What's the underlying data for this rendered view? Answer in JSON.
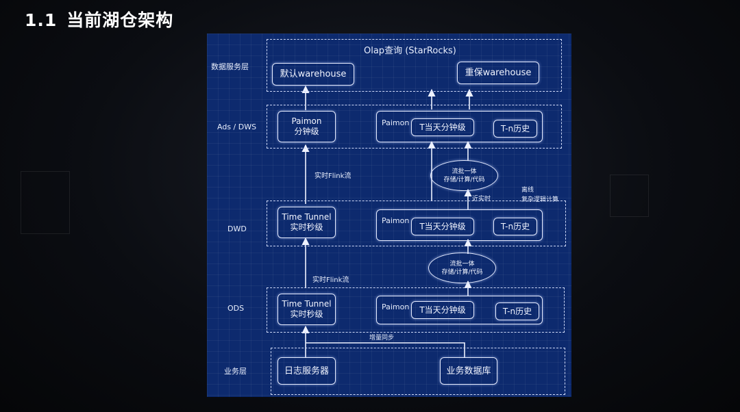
{
  "slide": {
    "number": "1.1",
    "title": "当前湖仓架构"
  },
  "layers": {
    "serve": "数据服务层",
    "ads": "Ads / DWS",
    "dwd": "DWD",
    "ods": "ODS",
    "biz": "业务层"
  },
  "serve_layer": {
    "olap": "Olap查询 (StarRocks)",
    "default_wh": "默认warehouse",
    "heavy_wh": "重保warehouse"
  },
  "ads_layer": {
    "paimon_min_1": "Paimon",
    "paimon_min_2": "分钟级",
    "paimon": "Paimon",
    "t_day": "T当天分钟级",
    "t_hist": "T-n历史"
  },
  "dwd_layer": {
    "tt_1": "Time Tunnel",
    "tt_2": "实时秒级",
    "paimon": "Paimon",
    "t_day": "T当天分钟级",
    "t_hist": "T-n历史"
  },
  "ods_layer": {
    "tt_1": "Time Tunnel",
    "tt_2": "实时秒级",
    "paimon": "Paimon",
    "t_day": "T当天分钟级",
    "t_hist": "T-n历史"
  },
  "biz_layer": {
    "log_server": "日志服务器",
    "biz_db": "业务数据库"
  },
  "annotations": {
    "flink_upper": "实时Flink流",
    "flink_lower": "实时Flink流",
    "stream_batch_1a": "流批一体",
    "stream_batch_1b": "存储/计算/代码",
    "stream_batch_2a": "流批一体",
    "stream_batch_2b": "存储/计算/代码",
    "near_realtime": "近实时",
    "offline_1": "离线",
    "offline_2": "复杂逻辑计算",
    "incr_sync": "增量同步"
  }
}
